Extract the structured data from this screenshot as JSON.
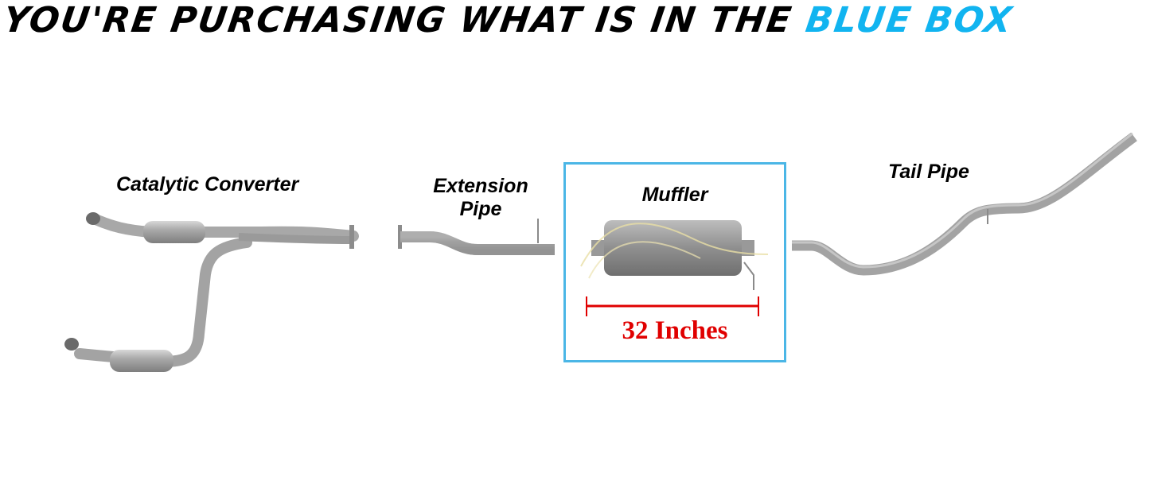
{
  "headline": {
    "prefix": "YOU'RE PURCHASING WHAT IS IN THE ",
    "highlight": "BLUE BOX",
    "text_color": "#000000",
    "highlight_color": "#11b4f0"
  },
  "components": [
    {
      "id": "catalytic-converter",
      "label": "Catalytic Converter"
    },
    {
      "id": "extension-pipe",
      "label_line1": "Extension",
      "label_line2": "Pipe"
    },
    {
      "id": "muffler",
      "label": "Muffler",
      "selected": true
    },
    {
      "id": "tail-pipe",
      "label": "Tail Pipe"
    }
  ],
  "highlight_box": {
    "color": "#4bb6e6",
    "contains": "Muffler"
  },
  "measurement": {
    "text": "32 Inches",
    "color": "#e00000"
  }
}
